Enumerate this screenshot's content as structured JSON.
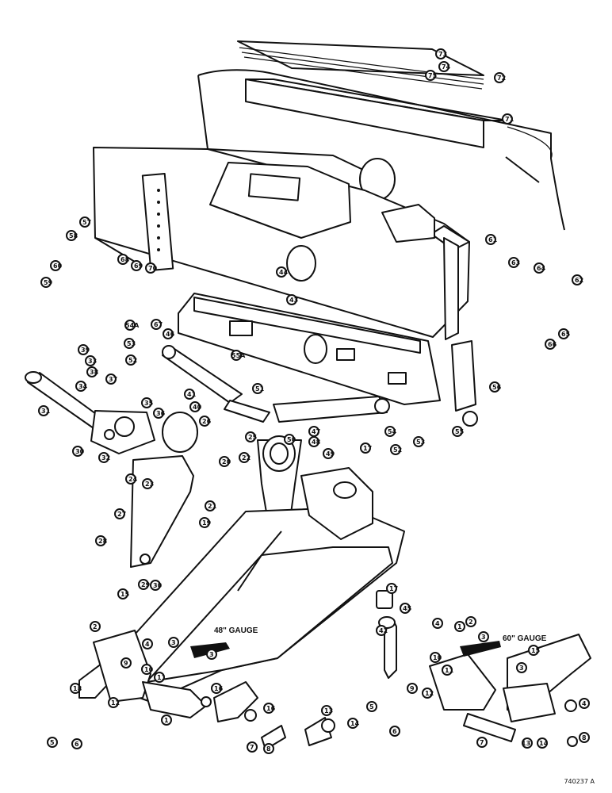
{
  "diagram": {
    "gauge_labels": {
      "left": "48\" GAUGE",
      "right": "60\" GAUGE"
    },
    "document_number": "740237 A",
    "part_callouts": [
      "1",
      "2",
      "3",
      "4",
      "5",
      "6",
      "7",
      "8",
      "9",
      "10",
      "11",
      "12",
      "13",
      "14",
      "15",
      "16",
      "17",
      "18",
      "19",
      "20",
      "21",
      "22",
      "23",
      "24",
      "25",
      "26",
      "27",
      "28",
      "29",
      "30",
      "31",
      "32",
      "33",
      "34",
      "35",
      "36",
      "37",
      "38",
      "39",
      "40",
      "41",
      "43",
      "44",
      "45",
      "46",
      "47",
      "48",
      "49",
      "50",
      "51",
      "52",
      "53",
      "54",
      "54A",
      "55",
      "55A",
      "56",
      "57",
      "58",
      "59",
      "60",
      "61",
      "62",
      "63",
      "64",
      "65",
      "66",
      "67",
      "68",
      "69",
      "70",
      "71",
      "72",
      "73",
      "74",
      "75"
    ]
  }
}
